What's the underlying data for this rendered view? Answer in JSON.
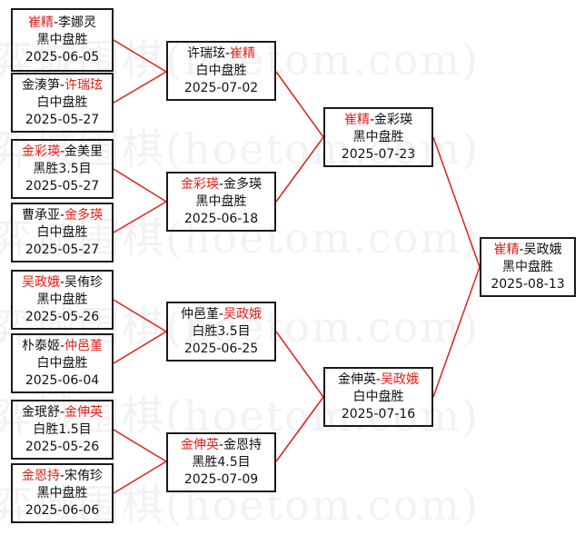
{
  "watermark": "弈城围棋(hoetom.com)",
  "colors": {
    "winner": "#e0201a",
    "text": "#111111",
    "line": "#e0201a",
    "border": "#1a1a1a"
  },
  "matches": {
    "r1_1": {
      "p1": "崔精",
      "p2": "李娜灵",
      "winner": 1,
      "result": "黑中盘胜",
      "date": "2025-06-05"
    },
    "r1_2": {
      "p1": "金湊笋",
      "p2": "许瑞玹",
      "winner": 2,
      "result": "白中盘胜",
      "date": "2025-05-27"
    },
    "r1_3": {
      "p1": "金彩瑛",
      "p2": "金美里",
      "winner": 1,
      "result": "黑胜3.5目",
      "date": "2025-05-27"
    },
    "r1_4": {
      "p1": "曹承亚",
      "p2": "金多瑛",
      "winner": 2,
      "result": "白中盘胜",
      "date": "2025-05-27"
    },
    "r1_5": {
      "p1": "吴政娥",
      "p2": "吴侑珍",
      "winner": 1,
      "result": "黑中盘胜",
      "date": "2025-05-26"
    },
    "r1_6": {
      "p1": "朴泰姬",
      "p2": "仲邑堇",
      "winner": 2,
      "result": "白中盘胜",
      "date": "2025-06-04"
    },
    "r1_7": {
      "p1": "金珉舒",
      "p2": "金伸英",
      "winner": 2,
      "result": "白胜1.5目",
      "date": "2025-05-26"
    },
    "r1_8": {
      "p1": "金恩持",
      "p2": "宋侑珍",
      "winner": 1,
      "result": "黑中盘胜",
      "date": "2025-06-06"
    },
    "r2_1": {
      "p1": "许瑞玹",
      "p2": "崔精",
      "winner": 2,
      "result": "白中盘胜",
      "date": "2025-07-02"
    },
    "r2_2": {
      "p1": "金彩瑛",
      "p2": "金多瑛",
      "winner": 1,
      "result": "黑中盘胜",
      "date": "2025-06-18"
    },
    "r2_3": {
      "p1": "仲邑堇",
      "p2": "吴政娥",
      "winner": 2,
      "result": "白胜3.5目",
      "date": "2025-06-25"
    },
    "r2_4": {
      "p1": "金伸英",
      "p2": "金恩持",
      "winner": 1,
      "result": "黑胜4.5目",
      "date": "2025-07-09"
    },
    "r3_1": {
      "p1": "崔精",
      "p2": "金彩瑛",
      "winner": 1,
      "result": "黑中盘胜",
      "date": "2025-07-23"
    },
    "r3_2": {
      "p1": "金伸英",
      "p2": "吴政娥",
      "winner": 2,
      "result": "白中盘胜",
      "date": "2025-07-16"
    },
    "final": {
      "p1": "崔精",
      "p2": "吴政娥",
      "winner": 1,
      "result": "黑中盘胜",
      "date": "2025-08-13"
    }
  }
}
